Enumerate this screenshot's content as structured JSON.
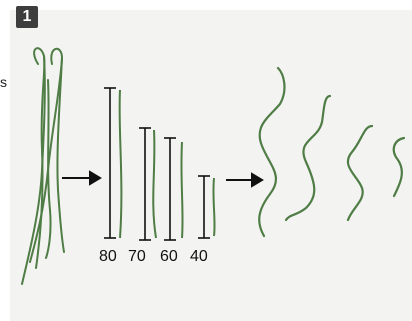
{
  "step": {
    "number": "1"
  },
  "edge_mark": "s",
  "lengths": [
    "80",
    "70",
    "60",
    "40"
  ],
  "colors": {
    "stem": "#4f7d45",
    "stem_dark": "#3e6637",
    "ink": "#111111"
  }
}
